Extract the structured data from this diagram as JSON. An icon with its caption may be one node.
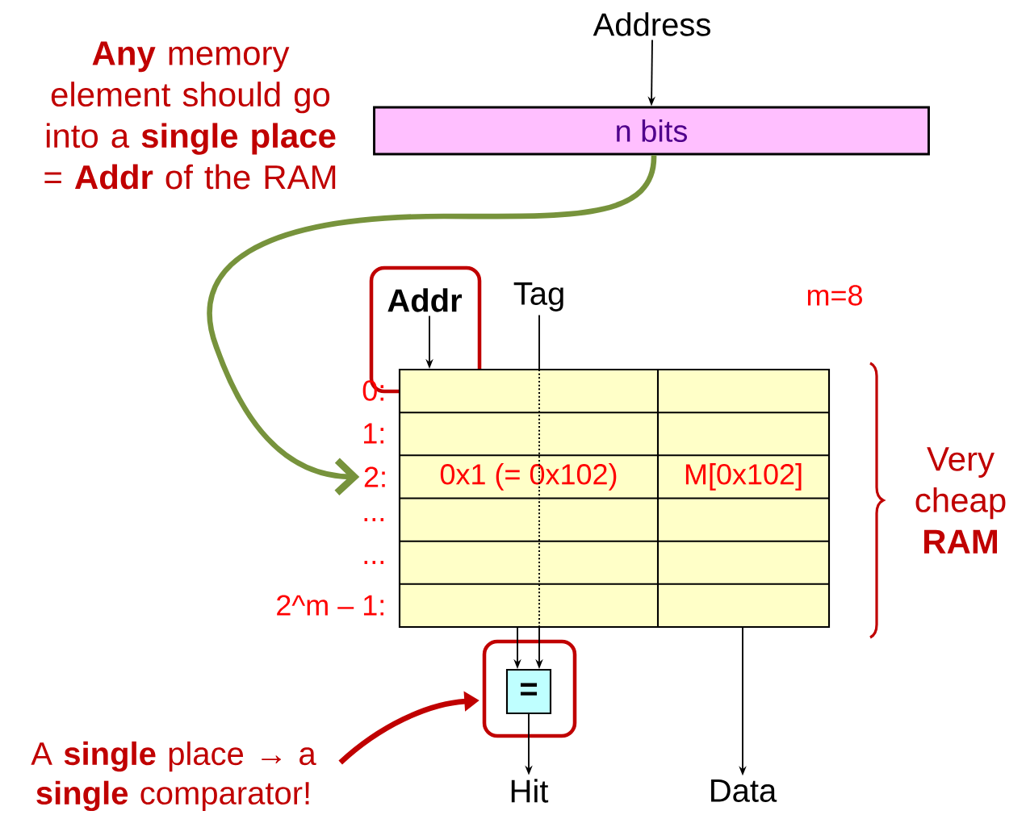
{
  "diagram": {
    "nodes": [
      {
        "text": [
          "Address"
        ]
      },
      {
        "text": [
          "n bits"
        ]
      },
      {
        "text": [
          "Addr"
        ]
      },
      {
        "text": [
          "Tag"
        ]
      },
      {
        "text": [
          "0x1 (= 0x102)",
          "M[0x102]"
        ]
      },
      {
        "text": [
          "2:"
        ]
      },
      {
        "text": [
          "="
        ]
      },
      {
        "text": [
          "Hit"
        ]
      },
      {
        "text": [
          "Data"
        ]
      },
      {
        "text": [
          "A **single** place → a **single** comparator!"
        ]
      }
    ],
    "edges": [
      {
        "from": 0,
        "to": 1,
        "arrow": "to"
      },
      {
        "from": 1,
        "to": 5,
        "arrow": "to",
        "style": "thick",
        "color": "#77933c"
      },
      {
        "from": 2,
        "to": 4,
        "arrow": "to"
      },
      {
        "from": 3,
        "to": 4,
        "arrow": "none"
      },
      {
        "from": 4,
        "to": 6,
        "arrow": "to"
      },
      {
        "from": 4,
        "to": 6,
        "arrow": "to"
      },
      {
        "from": 6,
        "to": 7,
        "arrow": "to"
      },
      {
        "from": 4,
        "to": 8,
        "arrow": "to"
      },
      {
        "from": 9,
        "to": 6,
        "arrow": "to",
        "style": "thick",
        "color": "#c00000"
      }
    ],
    "labels": [
      "**Any** memory element should go into a **single place** = **Addr** of the RAM",
      "m=8",
      "0:",
      "1:",
      "...",
      "...",
      "2^m – 1:",
      "Very cheap **RAM**"
    ]
  }
}
